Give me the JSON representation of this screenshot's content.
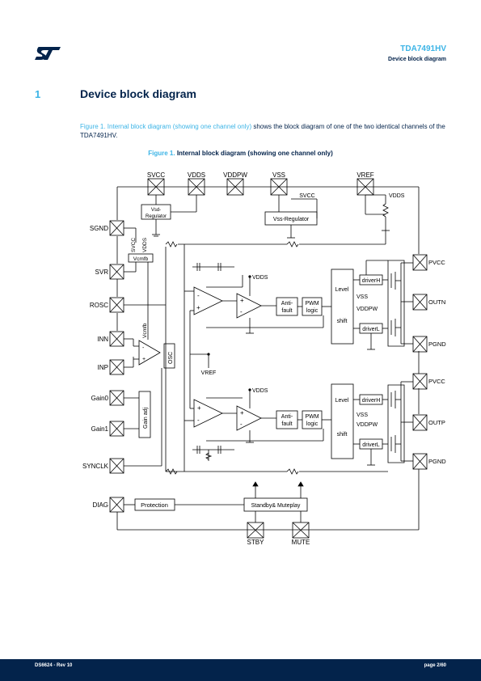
{
  "header": {
    "doc_title": "TDA7491HV",
    "doc_subtitle": "Device block diagram"
  },
  "section": {
    "number": "1",
    "title": "Device block diagram"
  },
  "intro": {
    "link_text": "Figure 1. Internal block diagram (showing one channel only)",
    "rest_text": " shows the block diagram of one of the two identical channels of the TDA7491HV."
  },
  "figure": {
    "number": "Figure 1.",
    "caption": " Internal block diagram (showing one channel only)"
  },
  "diagram": {
    "top_pins": [
      "SVCC",
      "VDDS",
      "VDDPW",
      "VSS",
      "VREF"
    ],
    "left_pins": [
      "SGND",
      "SVR",
      "ROSC",
      "INN",
      "INP",
      "Gain0",
      "Gain1",
      "SYNCLK",
      "DIAG"
    ],
    "right_pins": [
      "PVCC",
      "OUTN",
      "PGND",
      "PVCC",
      "OUTP",
      "PGND"
    ],
    "bottom_pins": [
      "STBY",
      "MUTE"
    ],
    "blocks": {
      "vsd_regulator": "Vsd-Regulator",
      "vss_regulator": "Vss-Regulator",
      "vcmfb": "Vcmfb",
      "gain_adj": "Gain adj",
      "osc": "OSC",
      "anti_fault": "Anti-fault",
      "pwm_logic": "PWM logic",
      "level_shift_top": "Level",
      "level_shift_bottom": "shift",
      "driver_h": "driverH",
      "driver_l": "driverL",
      "protection": "Protection",
      "standby_muteplay": "Standby& Muteplay"
    },
    "labels": {
      "svcc_inner": "SVCC",
      "vdds_inner": "VDDS",
      "svcc_vertical": "SVCC",
      "vdds_vertical": "VDDS",
      "vcmfb_vertical": "Vcmfb",
      "vdds_amp": "VDDS",
      "vref_mid": "VREF",
      "vss_label": "VSS",
      "vddpw_label": "VDDPW"
    }
  },
  "footer": {
    "left": "DS6624 - Rev 10",
    "right": "page 2/60"
  },
  "colors": {
    "st_blue": "#03234b",
    "st_light_blue": "#3cb4e6"
  }
}
